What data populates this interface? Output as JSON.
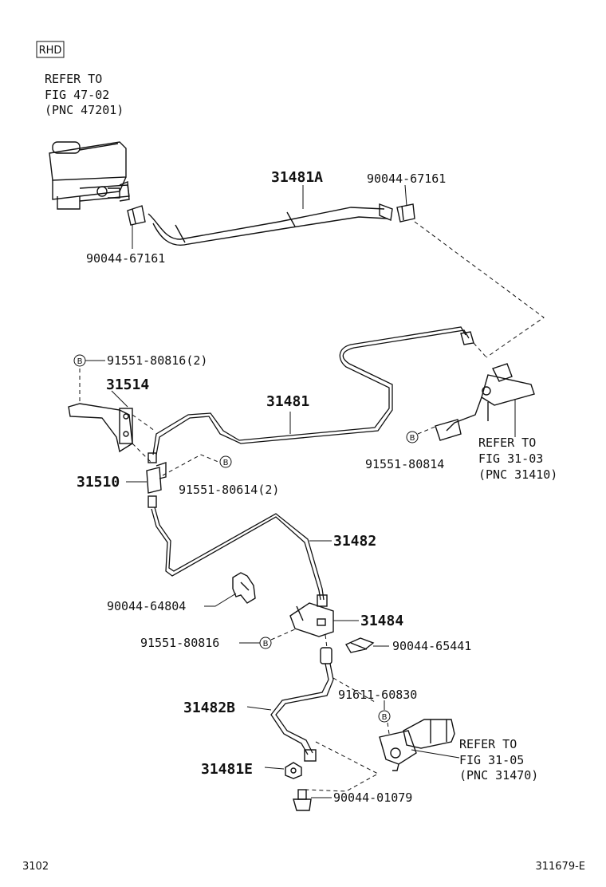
{
  "badge": "RHD",
  "refer_master": [
    "REFER TO",
    "FIG 47-02",
    "(PNC 47201)"
  ],
  "refer_cyl": [
    "REFER TO",
    "FIG 31-03",
    "(PNC 31410)"
  ],
  "refer_release": [
    "REFER TO",
    "FIG 31-05",
    "(PNC 31470)"
  ],
  "parts": {
    "p31481A": "31481A",
    "clamp_top_right": "90044-67161",
    "clamp_left": "90044-67161",
    "bolt_bracket": "91551-80816(2)",
    "p31514": "31514",
    "p31481": "31481",
    "bolt_cyl": "91551-80814",
    "p31510": "31510",
    "bolt_union": "91551-80614(2)",
    "p31482": "31482",
    "clip_64804": "90044-64804",
    "p31484": "31484",
    "bolt_31484": "91551-80816",
    "clip_65441": "90044-65441",
    "bolt_release": "91611-60830",
    "p31482B": "31482B",
    "p31481E": "31481E",
    "screw_01079": "90044-01079"
  },
  "bolt_marker": "B",
  "footer": {
    "page_code": "3102",
    "figure_id": "311679-E"
  }
}
